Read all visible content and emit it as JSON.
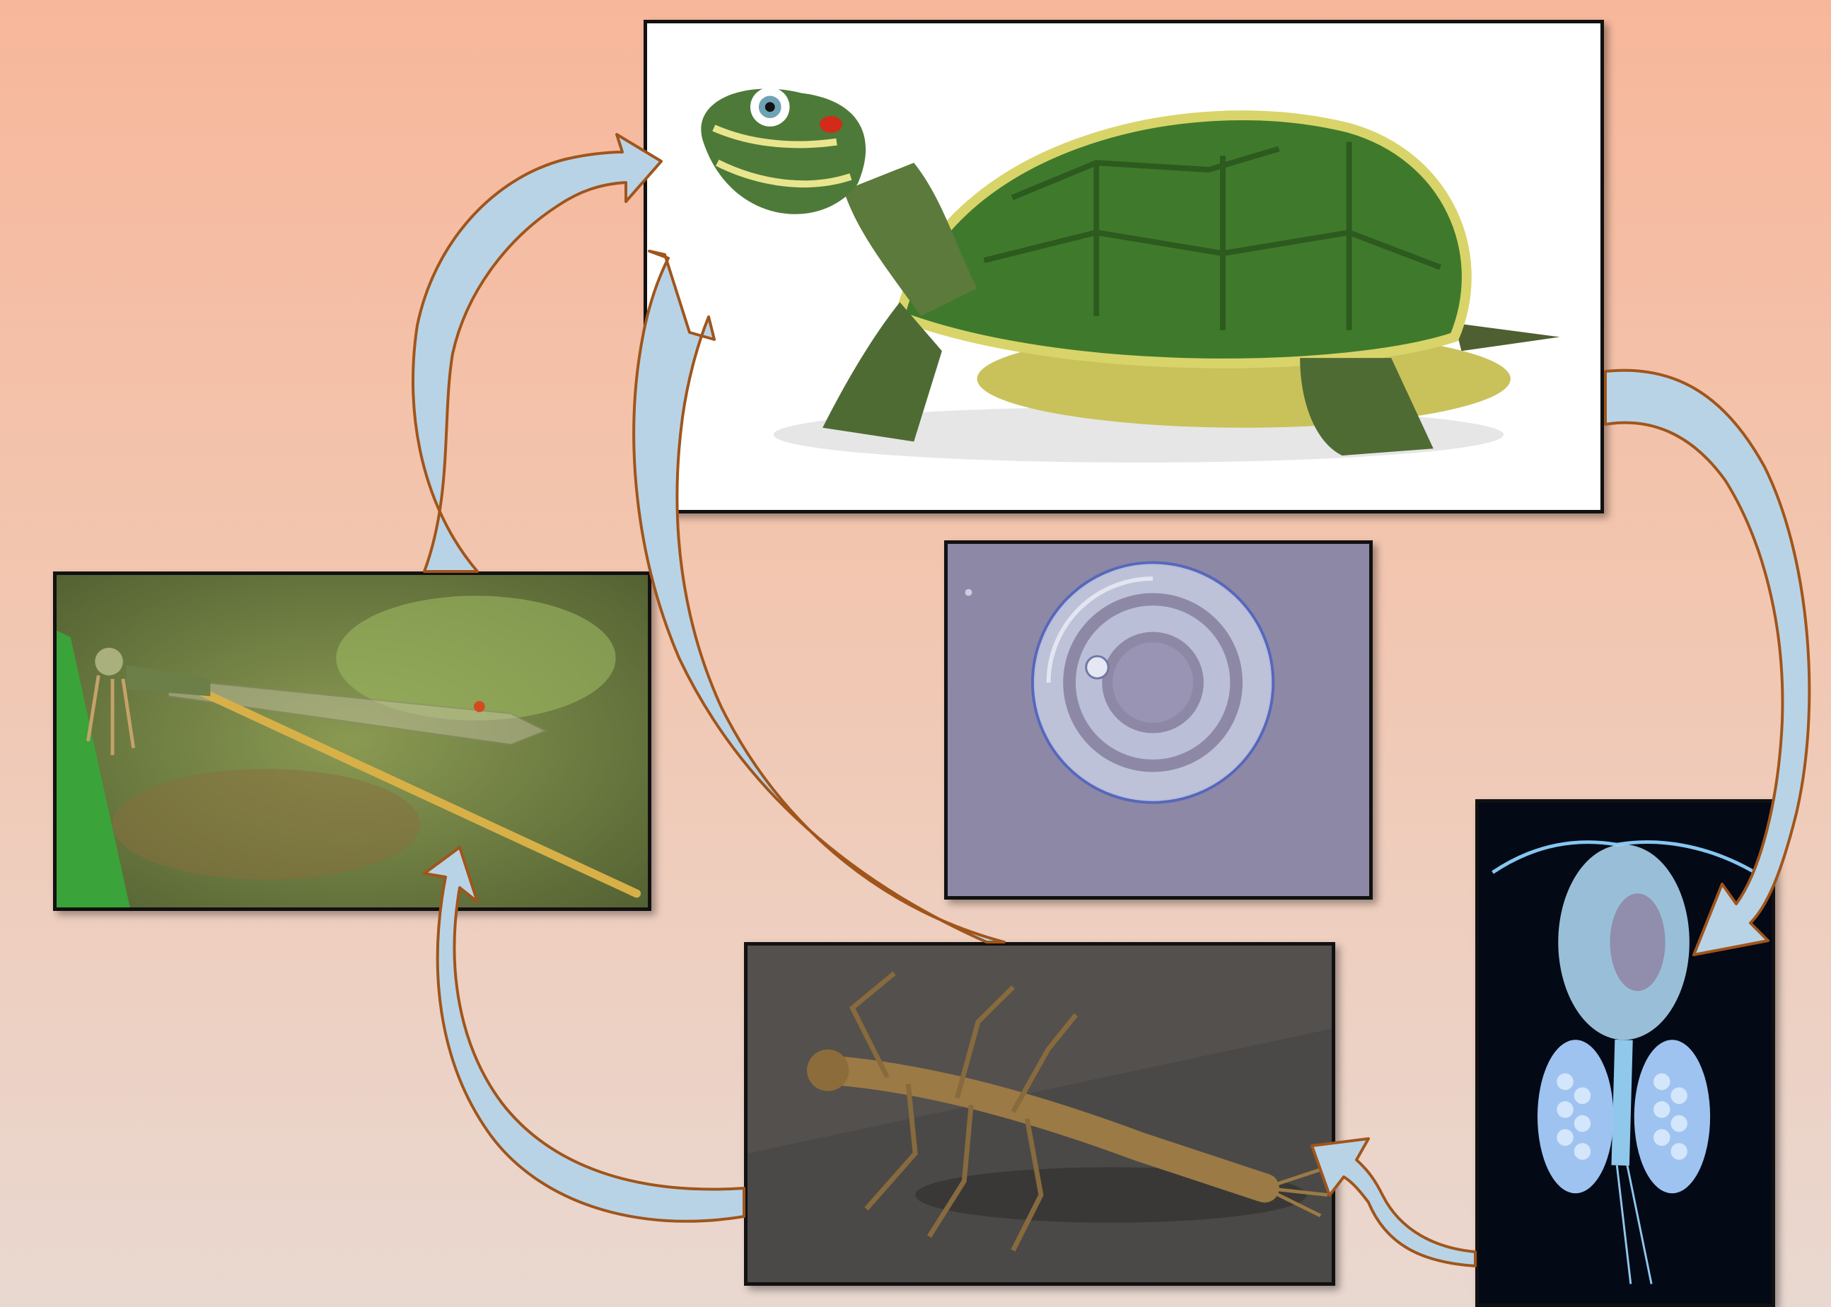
{
  "diagram": {
    "type": "life-cycle",
    "stages": [
      {
        "id": "turtle",
        "icon": "turtle-photo"
      },
      {
        "id": "nematode-larva",
        "icon": "coiled-larva-micrograph"
      },
      {
        "id": "copepod",
        "icon": "copepod-micrograph"
      },
      {
        "id": "damselfly-nymph",
        "icon": "nymph-photo"
      },
      {
        "id": "damselfly-adult",
        "icon": "damselfly-photo"
      }
    ],
    "connections": [
      {
        "from": "turtle",
        "to": "copepod"
      },
      {
        "from": "copepod",
        "to": "damselfly-nymph"
      },
      {
        "from": "damselfly-nymph",
        "to": "damselfly-adult"
      },
      {
        "from": "damselfly-adult",
        "to": "turtle"
      },
      {
        "from": "damselfly-nymph",
        "to": "turtle"
      }
    ],
    "colors": {
      "background_top": "#f7b79b",
      "background_bottom": "#e9d8d0",
      "arrow_fill": "#b9d3e6",
      "arrow_outline": "#a0551b",
      "frame": "#111111"
    }
  }
}
